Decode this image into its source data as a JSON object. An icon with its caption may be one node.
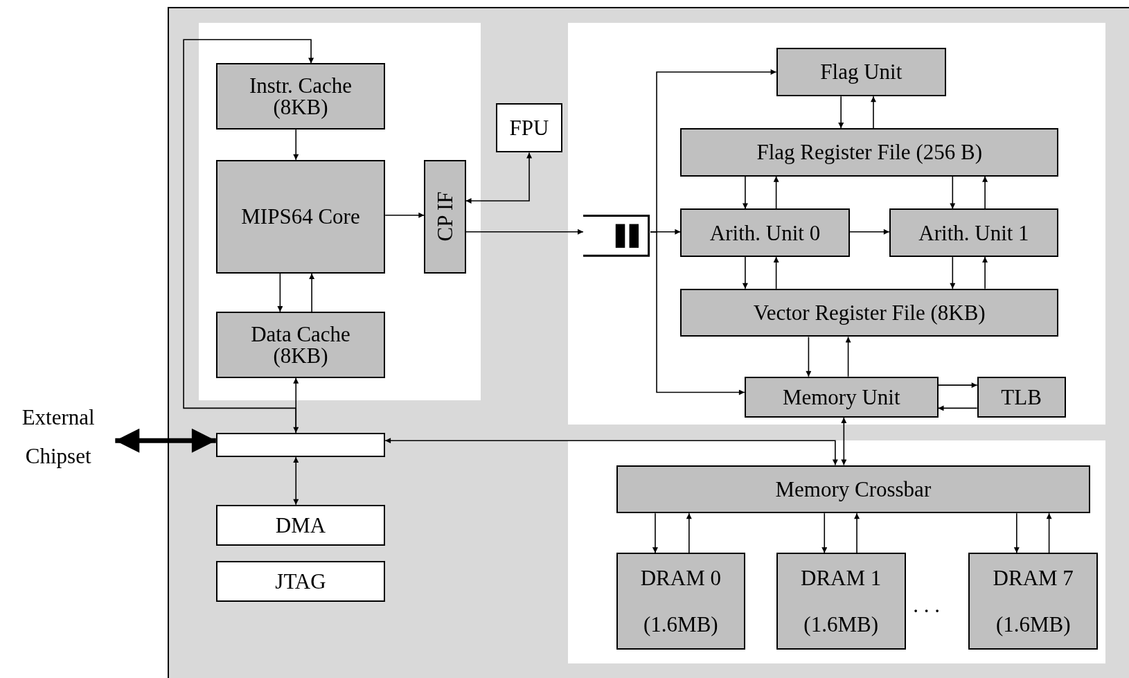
{
  "diagram": {
    "nodes": [
      {
        "text": [
          "Instr. Cache (8KB)"
        ]
      },
      {
        "text": [
          "MIPS64 Core"
        ]
      },
      {
        "text": [
          "Data Cache (8KB)"
        ]
      },
      {
        "text": [
          "CP IF"
        ]
      },
      {
        "text": [
          "FPU"
        ]
      },
      {
        "text": [],
        "shape": "queue"
      },
      {
        "text": [
          "Flag Unit"
        ]
      },
      {
        "text": [
          "Flag Register File (256 B)"
        ]
      },
      {
        "text": [
          "Arith. Unit 0"
        ]
      },
      {
        "text": [
          "Arith. Unit 1"
        ]
      },
      {
        "text": [
          "Vector Register File (8KB)"
        ]
      },
      {
        "text": [
          "Memory Unit"
        ]
      },
      {
        "text": [
          "TLB"
        ]
      },
      {
        "text": [],
        "shape": "bar"
      },
      {
        "text": [
          "DMA"
        ]
      },
      {
        "text": [
          "JTAG"
        ]
      },
      {
        "text": [
          "Memory Crossbar"
        ]
      },
      {
        "text": [
          "DRAM 0",
          "(1.6MB)"
        ]
      },
      {
        "text": [
          "DRAM 1",
          "(1.6MB)"
        ]
      },
      {
        "text": [
          "DRAM 7",
          "(1.6MB)"
        ]
      },
      {
        "text": [
          "External Chipset"
        ]
      }
    ],
    "edges": [
      {
        "from": 0,
        "to": 1,
        "arrow": "to"
      },
      {
        "from": 1,
        "to": 2,
        "arrow": "to"
      },
      {
        "from": 2,
        "to": 1,
        "arrow": "to"
      },
      {
        "from": 1,
        "to": 3,
        "arrow": "to"
      },
      {
        "from": 3,
        "to": 4,
        "arrow": "both"
      },
      {
        "from": 3,
        "to": 5,
        "arrow": "to"
      },
      {
        "from": 2,
        "to": 13,
        "arrow": "both"
      },
      {
        "from": 13,
        "to": 0,
        "arrow": "to"
      },
      {
        "from": 13,
        "to": 14,
        "arrow": "both"
      },
      {
        "from": 20,
        "to": 13,
        "arrow": "both",
        "style": "thick"
      },
      {
        "from": 13,
        "to": 16,
        "arrow": "both"
      },
      {
        "from": 11,
        "to": 16,
        "arrow": "both"
      },
      {
        "from": 5,
        "to": 8,
        "arrow": "to"
      },
      {
        "from": 5,
        "to": 6,
        "arrow": "to"
      },
      {
        "from": 5,
        "to": 11,
        "arrow": "to"
      },
      {
        "from": 8,
        "to": 9,
        "arrow": "to"
      },
      {
        "from": 6,
        "to": 7,
        "arrow": "to"
      },
      {
        "from": 7,
        "to": 6,
        "arrow": "to"
      },
      {
        "from": 7,
        "to": 8,
        "arrow": "to"
      },
      {
        "from": 8,
        "to": 7,
        "arrow": "to"
      },
      {
        "from": 7,
        "to": 9,
        "arrow": "to"
      },
      {
        "from": 9,
        "to": 7,
        "arrow": "to"
      },
      {
        "from": 8,
        "to": 10,
        "arrow": "to"
      },
      {
        "from": 10,
        "to": 8,
        "arrow": "to"
      },
      {
        "from": 9,
        "to": 10,
        "arrow": "to"
      },
      {
        "from": 10,
        "to": 9,
        "arrow": "to"
      },
      {
        "from": 10,
        "to": 11,
        "arrow": "to"
      },
      {
        "from": 11,
        "to": 10,
        "arrow": "to"
      },
      {
        "from": 11,
        "to": 12,
        "arrow": "to"
      },
      {
        "from": 12,
        "to": 11,
        "arrow": "to"
      },
      {
        "from": 16,
        "to": 17,
        "arrow": "to"
      },
      {
        "from": 17,
        "to": 16,
        "arrow": "to"
      },
      {
        "from": 16,
        "to": 18,
        "arrow": "to"
      },
      {
        "from": 18,
        "to": 16,
        "arrow": "to"
      },
      {
        "from": 16,
        "to": 19,
        "arrow": "to"
      },
      {
        "from": 19,
        "to": 16,
        "arrow": "to"
      }
    ],
    "labels": [
      ". . ."
    ]
  }
}
